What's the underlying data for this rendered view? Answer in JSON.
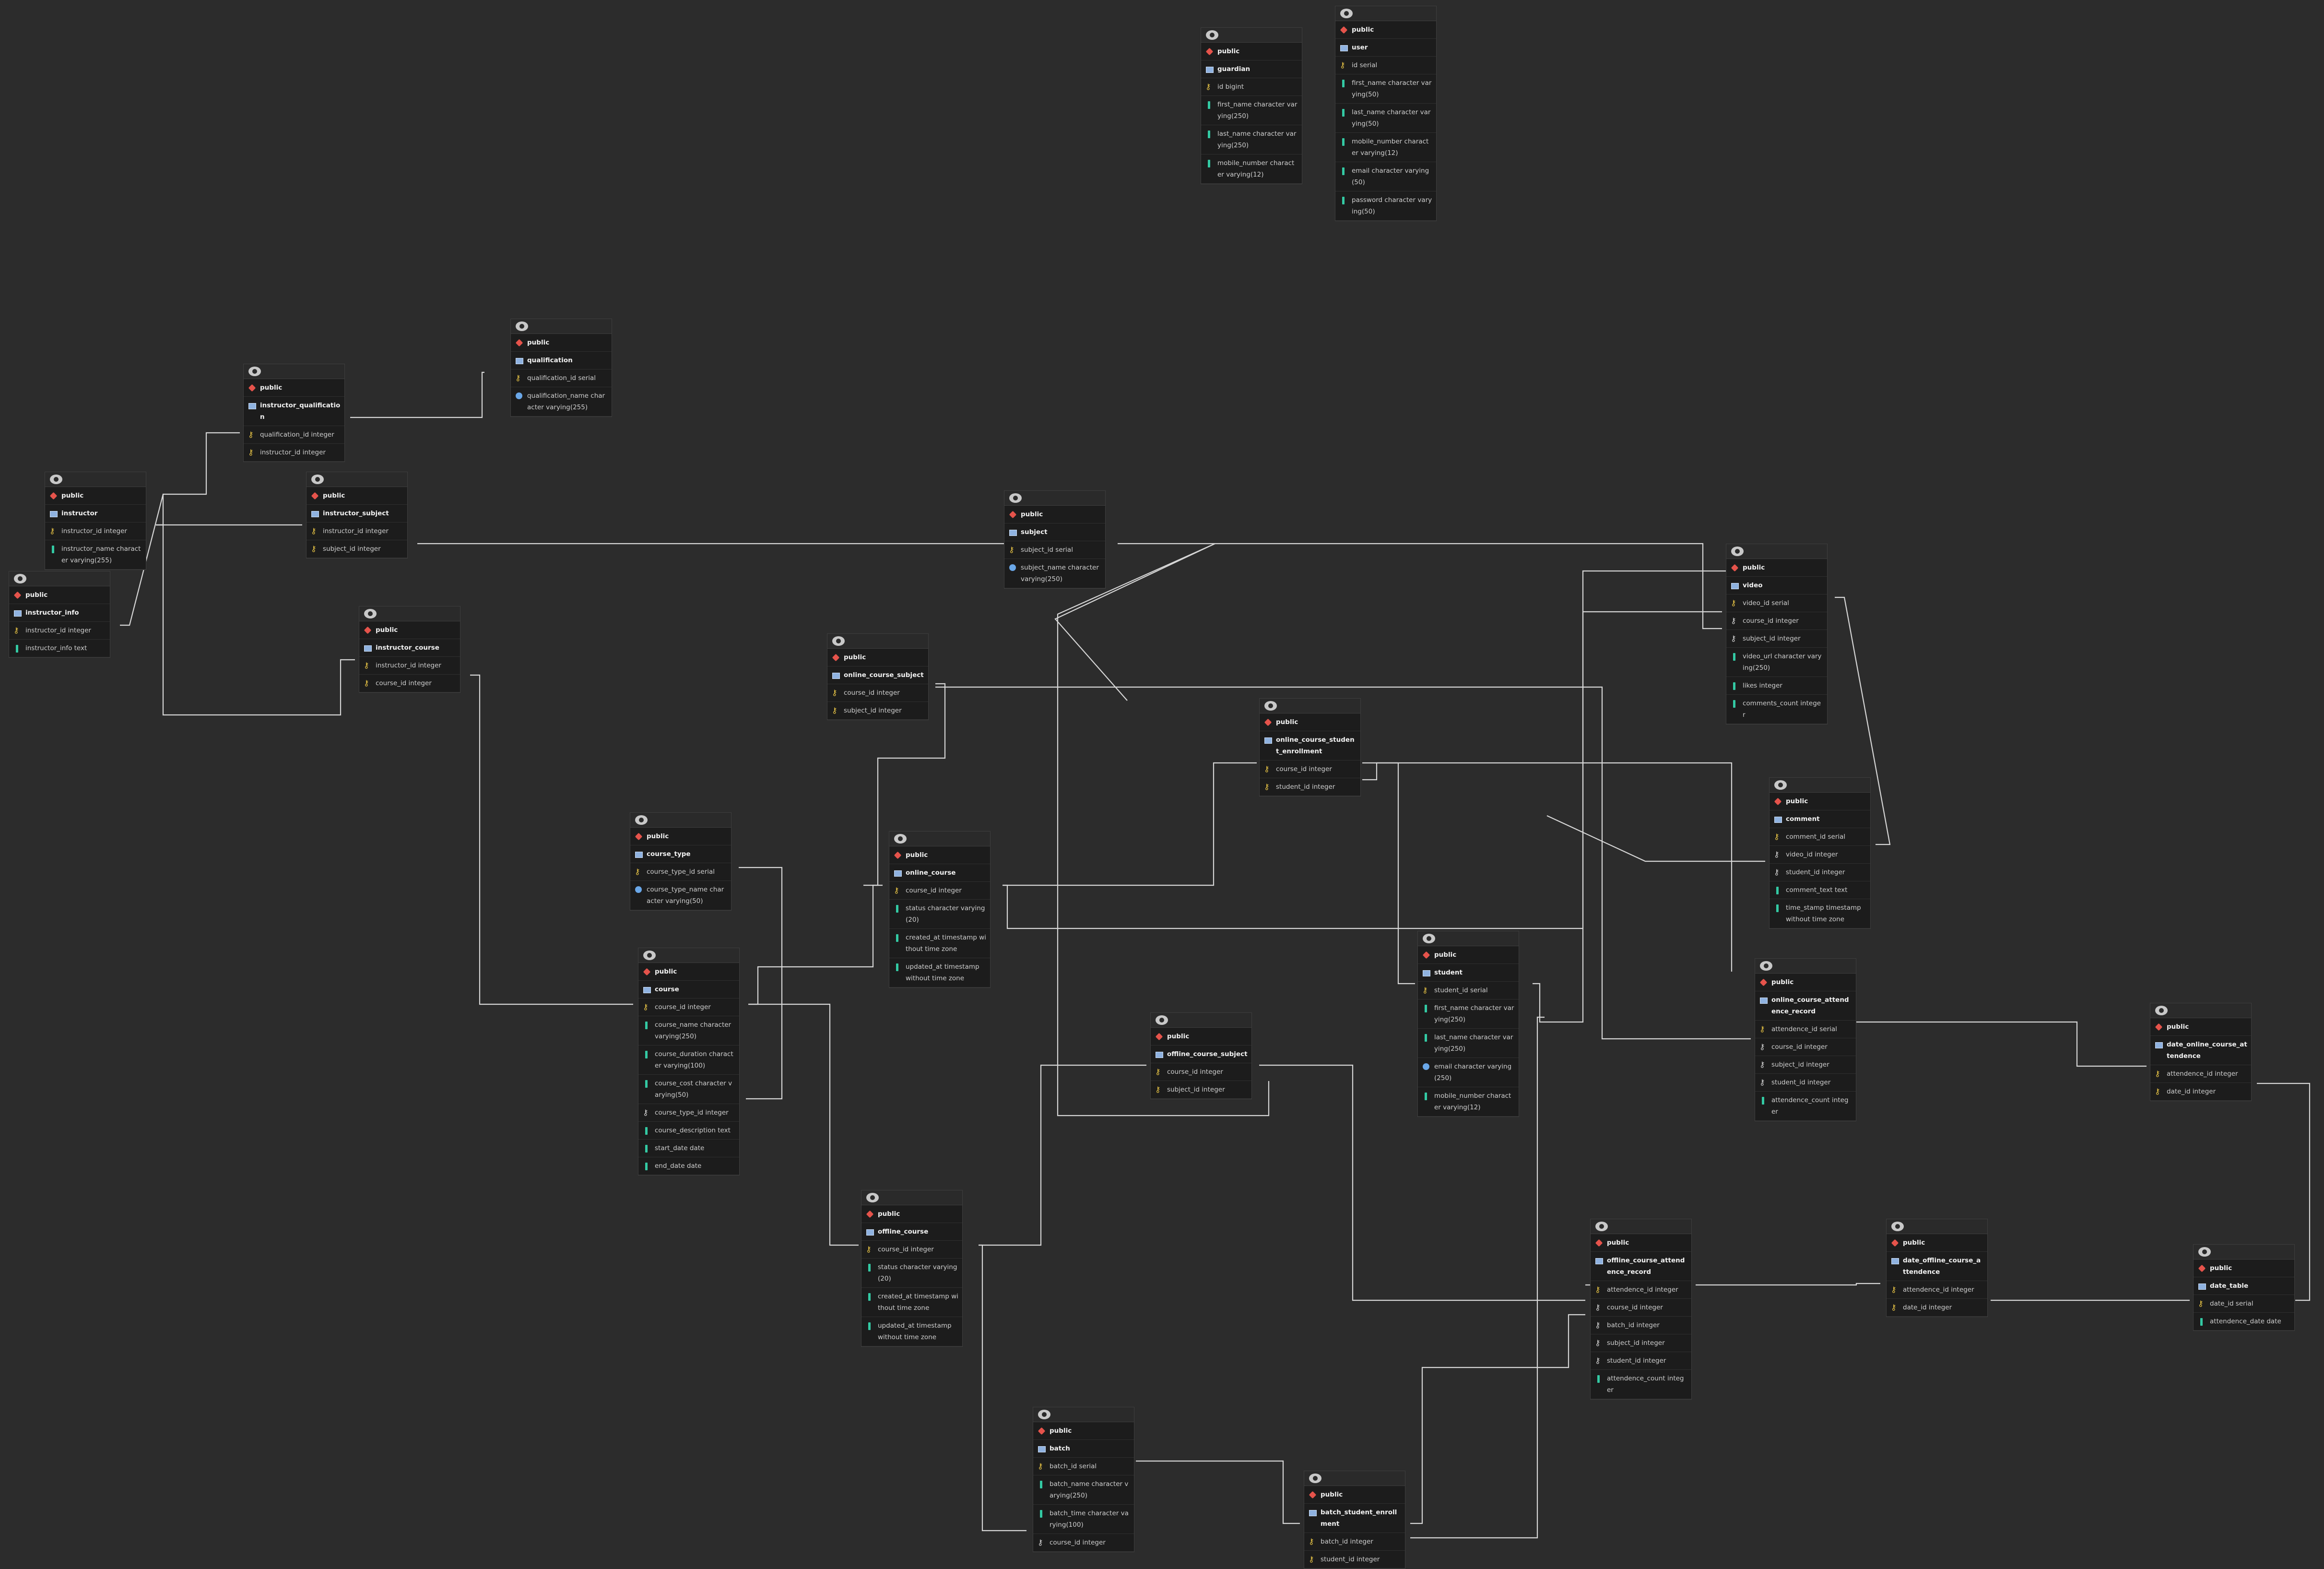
{
  "tables": [
    {
      "id": "guardian",
      "schema": "public",
      "name": "guardian",
      "columns": [
        {
          "label": "id bigint",
          "kind": "pk"
        },
        {
          "label": "first_name character varying(250)",
          "kind": "col"
        },
        {
          "label": "last_name character varying(250)",
          "kind": "col"
        },
        {
          "label": "mobile_number character varying(12)",
          "kind": "col"
        }
      ]
    },
    {
      "id": "user",
      "schema": "public",
      "name": "user",
      "columns": [
        {
          "label": "id serial",
          "kind": "pk"
        },
        {
          "label": "first_name character varying(50)",
          "kind": "col"
        },
        {
          "label": "last_name character varying(50)",
          "kind": "col"
        },
        {
          "label": "mobile_number character varying(12)",
          "kind": "col"
        },
        {
          "label": "email character varying(50)",
          "kind": "col"
        },
        {
          "label": "password character varying(50)",
          "kind": "col"
        }
      ]
    },
    {
      "id": "qualification",
      "schema": "public",
      "name": "qualification",
      "columns": [
        {
          "label": "qualification_id serial",
          "kind": "pk"
        },
        {
          "label": "qualification_name character varying(255)",
          "kind": "info"
        }
      ]
    },
    {
      "id": "instructor_qualification",
      "schema": "public",
      "name": "instructor_qualification",
      "columns": [
        {
          "label": "qualification_id integer",
          "kind": "pk"
        },
        {
          "label": "instructor_id integer",
          "kind": "pk"
        }
      ]
    },
    {
      "id": "instructor",
      "schema": "public",
      "name": "instructor",
      "columns": [
        {
          "label": "instructor_id integer",
          "kind": "pk"
        },
        {
          "label": "instructor_name character varying(255)",
          "kind": "col"
        }
      ]
    },
    {
      "id": "instructor_subject",
      "schema": "public",
      "name": "instructor_subject",
      "columns": [
        {
          "label": "instructor_id integer",
          "kind": "pk"
        },
        {
          "label": "subject_id integer",
          "kind": "pk"
        }
      ]
    },
    {
      "id": "instructor_info",
      "schema": "public",
      "name": "instructor_info",
      "columns": [
        {
          "label": "instructor_id integer",
          "kind": "pk"
        },
        {
          "label": "instructor_info text",
          "kind": "col"
        }
      ]
    },
    {
      "id": "instructor_course",
      "schema": "public",
      "name": "instructor_course",
      "columns": [
        {
          "label": "instructor_id integer",
          "kind": "pk"
        },
        {
          "label": "course_id integer",
          "kind": "pk"
        }
      ]
    },
    {
      "id": "subject",
      "schema": "public",
      "name": "subject",
      "columns": [
        {
          "label": "subject_id serial",
          "kind": "pk"
        },
        {
          "label": "subject_name character varying(250)",
          "kind": "info"
        }
      ]
    },
    {
      "id": "video",
      "schema": "public",
      "name": "video",
      "columns": [
        {
          "label": "video_id serial",
          "kind": "pk"
        },
        {
          "label": "course_id integer",
          "kind": "fk"
        },
        {
          "label": "subject_id integer",
          "kind": "fk"
        },
        {
          "label": "video_url character varying(250)",
          "kind": "col"
        },
        {
          "label": "likes integer",
          "kind": "col"
        },
        {
          "label": "comments_count integer",
          "kind": "col"
        }
      ]
    },
    {
      "id": "online_course_subject",
      "schema": "public",
      "name": "online_course_subject",
      "columns": [
        {
          "label": "course_id integer",
          "kind": "pk"
        },
        {
          "label": "subject_id integer",
          "kind": "pk"
        }
      ]
    },
    {
      "id": "online_course_student_enrollment",
      "schema": "public",
      "name": "online_course_student_enrollment",
      "columns": [
        {
          "label": "course_id integer",
          "kind": "pk"
        },
        {
          "label": "student_id integer",
          "kind": "pk"
        }
      ]
    },
    {
      "id": "comment",
      "schema": "public",
      "name": "comment",
      "columns": [
        {
          "label": "comment_id serial",
          "kind": "pk"
        },
        {
          "label": "video_id integer",
          "kind": "fk"
        },
        {
          "label": "student_id integer",
          "kind": "fk"
        },
        {
          "label": "comment_text text",
          "kind": "col"
        },
        {
          "label": "time_stamp timestamp without time zone",
          "kind": "col"
        }
      ]
    },
    {
      "id": "course_type",
      "schema": "public",
      "name": "course_type",
      "columns": [
        {
          "label": "course_type_id serial",
          "kind": "pk"
        },
        {
          "label": "course_type_name character varying(50)",
          "kind": "info"
        }
      ]
    },
    {
      "id": "online_course",
      "schema": "public",
      "name": "online_course",
      "columns": [
        {
          "label": "course_id integer",
          "kind": "pk"
        },
        {
          "label": "status character varying(20)",
          "kind": "col"
        },
        {
          "label": "created_at timestamp without time zone",
          "kind": "col"
        },
        {
          "label": "updated_at timestamp without time zone",
          "kind": "col"
        }
      ]
    },
    {
      "id": "course",
      "schema": "public",
      "name": "course",
      "columns": [
        {
          "label": "course_id integer",
          "kind": "pk"
        },
        {
          "label": "course_name character varying(250)",
          "kind": "col"
        },
        {
          "label": "course_duration character varying(100)",
          "kind": "col"
        },
        {
          "label": "course_cost character varying(50)",
          "kind": "col"
        },
        {
          "label": "course_type_id integer",
          "kind": "fk"
        },
        {
          "label": "course_description text",
          "kind": "col"
        },
        {
          "label": "start_date date",
          "kind": "col"
        },
        {
          "label": "end_date date",
          "kind": "col"
        }
      ]
    },
    {
      "id": "student",
      "schema": "public",
      "name": "student",
      "columns": [
        {
          "label": "student_id serial",
          "kind": "pk"
        },
        {
          "label": "first_name character varying(250)",
          "kind": "col"
        },
        {
          "label": "last_name character varying(250)",
          "kind": "col"
        },
        {
          "label": "email character varying(250)",
          "kind": "info"
        },
        {
          "label": "mobile_number character varying(12)",
          "kind": "col"
        }
      ]
    },
    {
      "id": "online_course_attendence_record",
      "schema": "public",
      "name": "online_course_attendence_record",
      "columns": [
        {
          "label": "attendence_id serial",
          "kind": "pk"
        },
        {
          "label": "course_id integer",
          "kind": "fk"
        },
        {
          "label": "subject_id integer",
          "kind": "fk"
        },
        {
          "label": "student_id integer",
          "kind": "fk"
        },
        {
          "label": "attendence_count integer",
          "kind": "col"
        }
      ]
    },
    {
      "id": "offline_course_subject",
      "schema": "public",
      "name": "offline_course_subject",
      "columns": [
        {
          "label": "course_id integer",
          "kind": "pk"
        },
        {
          "label": "subject_id integer",
          "kind": "pk"
        }
      ]
    },
    {
      "id": "date_online_course_attendence",
      "schema": "public",
      "name": "date_online_course_attendence",
      "columns": [
        {
          "label": "attendence_id integer",
          "kind": "pk"
        },
        {
          "label": "date_id integer",
          "kind": "pk"
        }
      ]
    },
    {
      "id": "offline_course",
      "schema": "public",
      "name": "offline_course",
      "columns": [
        {
          "label": "course_id integer",
          "kind": "pk"
        },
        {
          "label": "status character varying(20)",
          "kind": "col"
        },
        {
          "label": "created_at timestamp without time zone",
          "kind": "col"
        },
        {
          "label": "updated_at timestamp without time zone",
          "kind": "col"
        }
      ]
    },
    {
      "id": "offline_course_attendence_record",
      "schema": "public",
      "name": "offline_course_attendence_record",
      "columns": [
        {
          "label": "attendence_id integer",
          "kind": "pk"
        },
        {
          "label": "course_id integer",
          "kind": "fk"
        },
        {
          "label": "batch_id integer",
          "kind": "fk"
        },
        {
          "label": "subject_id integer",
          "kind": "fk"
        },
        {
          "label": "student_id integer",
          "kind": "fk"
        },
        {
          "label": "attendence_count integer",
          "kind": "col"
        }
      ]
    },
    {
      "id": "date_offline_course_attendence",
      "schema": "public",
      "name": "date_offline_course_attendence",
      "columns": [
        {
          "label": "attendence_id integer",
          "kind": "pk"
        },
        {
          "label": "date_id integer",
          "kind": "pk"
        }
      ]
    },
    {
      "id": "date_table",
      "schema": "public",
      "name": "date_table",
      "columns": [
        {
          "label": "date_id serial",
          "kind": "pk"
        },
        {
          "label": "attendence_date date",
          "kind": "col"
        }
      ]
    },
    {
      "id": "batch",
      "schema": "public",
      "name": "batch",
      "columns": [
        {
          "label": "batch_id serial",
          "kind": "pk"
        },
        {
          "label": "batch_name character varying(250)",
          "kind": "col"
        },
        {
          "label": "batch_time character varying(100)",
          "kind": "col"
        },
        {
          "label": "course_id integer",
          "kind": "fk"
        }
      ]
    },
    {
      "id": "batch_student_enrollment",
      "schema": "public",
      "name": "batch_student_enrollment",
      "columns": [
        {
          "label": "batch_id integer",
          "kind": "pk"
        },
        {
          "label": "student_id integer",
          "kind": "pk"
        }
      ]
    }
  ]
}
